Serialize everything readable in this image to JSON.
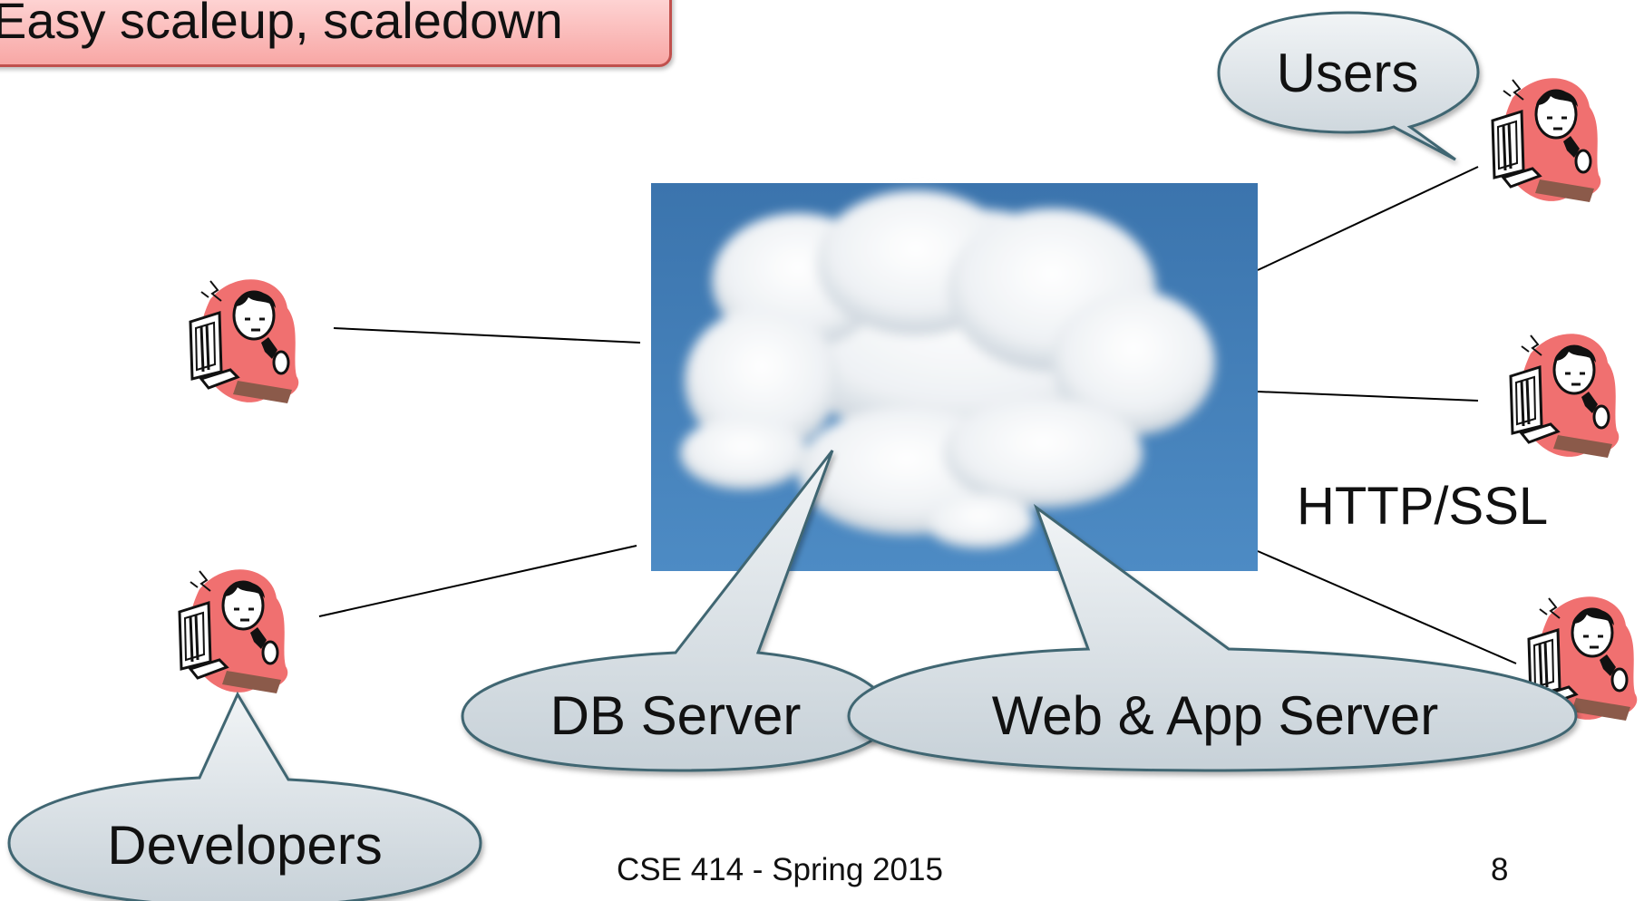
{
  "slide": {
    "title": "Easy scaleup, scaledown",
    "footer": "CSE 414 - Spring 2015",
    "page_number": "8"
  },
  "callouts": {
    "users": "Users",
    "developers": "Developers",
    "db_server": "DB Server",
    "web_app_server": "Web & App Server"
  },
  "labels": {
    "protocol": "HTTP/SSL"
  },
  "colors": {
    "callout_fill": "#dfe6ea",
    "callout_stroke": "#3f6672",
    "title_border": "#c0504d",
    "sky": "#3d78b0"
  },
  "icons": [
    "cloud-photo",
    "user-at-computer-icon"
  ]
}
